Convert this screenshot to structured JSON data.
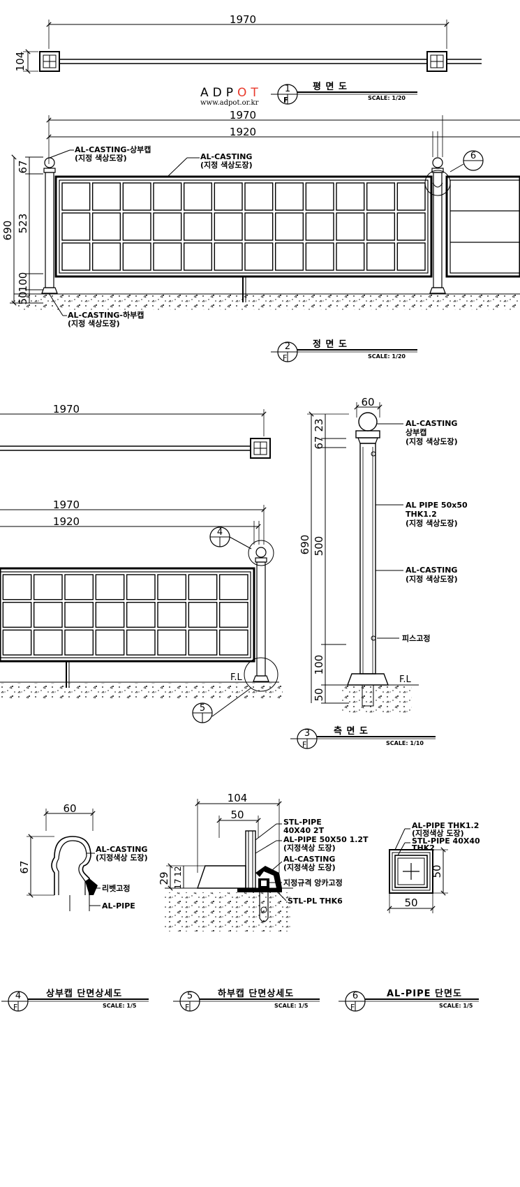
{
  "brand": {
    "prefix": "ADP",
    "accent": "OT",
    "url": "www.adpot.or.kr",
    "accent_color": "#e8392b"
  },
  "plan": {
    "dim_total": "1970",
    "dim_depth": "104",
    "title": "평      면      도",
    "num": "1",
    "sheet": "F",
    "scale": "SCALE: 1/20"
  },
  "front": {
    "dim_total": "1970",
    "dim_inner": "1920",
    "dim_h": "690",
    "dim_523": "523",
    "dim_67": "67",
    "dim_100": "100",
    "dim_50": "50",
    "callout_6": "6",
    "note_top_cap_1": "AL-CASTING-상부캡",
    "note_top_cap_2": "(지정 색상도장)",
    "note_frame_1": "AL-CASTING",
    "note_frame_2": "(지정 색상도장)",
    "note_bot_cap_1": "AL-CASTING-하부캡",
    "note_bot_cap_2": "(지정 색상도장)",
    "title": "정      면      도",
    "num": "2",
    "sheet": "F",
    "scale": "SCALE: 1/20"
  },
  "plan2": {
    "dim_total": "1970"
  },
  "front2": {
    "dim_total": "1970",
    "dim_inner": "1920",
    "callout_4": "4",
    "callout_5": "5",
    "fl": "F.L"
  },
  "side": {
    "dim_60": "60",
    "dim_23": "23",
    "dim_67": "67",
    "dim_690": "690",
    "dim_500": "500",
    "dim_100": "100",
    "dim_50": "50",
    "fl": "F.L",
    "note_cap_1": "AL-CASTING",
    "note_cap_2": "상부캡",
    "note_cap_3": "(지정  색상도장)",
    "note_pipe_1": "AL  PIPE  50x50",
    "note_pipe_2": "THK1.2",
    "note_pipe_3": "(지정  색상도장)",
    "note_cast_1": "AL-CASTING",
    "note_cast_2": "(지정  색상도장)",
    "note_screw": "피스고정",
    "title": "측      면      도",
    "num": "3",
    "sheet": "F",
    "scale": "SCALE: 1/10"
  },
  "detail4": {
    "dim_60": "60",
    "dim_67": "67",
    "note_1": "AL-CASTING",
    "note_2": "(지정색상 도장)",
    "note_rivet": "리벳고정",
    "note_pipe": "AL-PIPE",
    "title": "상부캡 단면상세도",
    "num": "4",
    "sheet": "F",
    "scale": "SCALE: 1/5"
  },
  "detail5": {
    "dim_104": "104",
    "dim_50": "50",
    "dim_29": "29",
    "dim_17": "17",
    "dim_12": "12",
    "note_stl_1": "STL-PIPE",
    "note_stl_2": "40X40  2T",
    "note_al_1": "AL-PIPE  50X50  1.2T",
    "note_al_2": "(지정색상  도장)",
    "note_cast_1": "AL-CASTING",
    "note_cast_2": "(지정색상  도장)",
    "note_anchor": "지정규격  앙카고정",
    "note_pl": "STL-PL  THK6",
    "title": "하부캡 단면상세도",
    "num": "5",
    "sheet": "F",
    "scale": "SCALE: 1/5"
  },
  "detail6": {
    "dim_50w": "50",
    "dim_50h": "50",
    "note_al_1": "AL-PIPE  THK1.2",
    "note_al_2": "(지정색상  도장)",
    "note_stl_1": "STL-PIPE  40X40",
    "note_stl_2": "THK2",
    "title": "AL-PIPE 단면도",
    "num": "6",
    "sheet": "F",
    "scale": "SCALE: 1/5"
  }
}
